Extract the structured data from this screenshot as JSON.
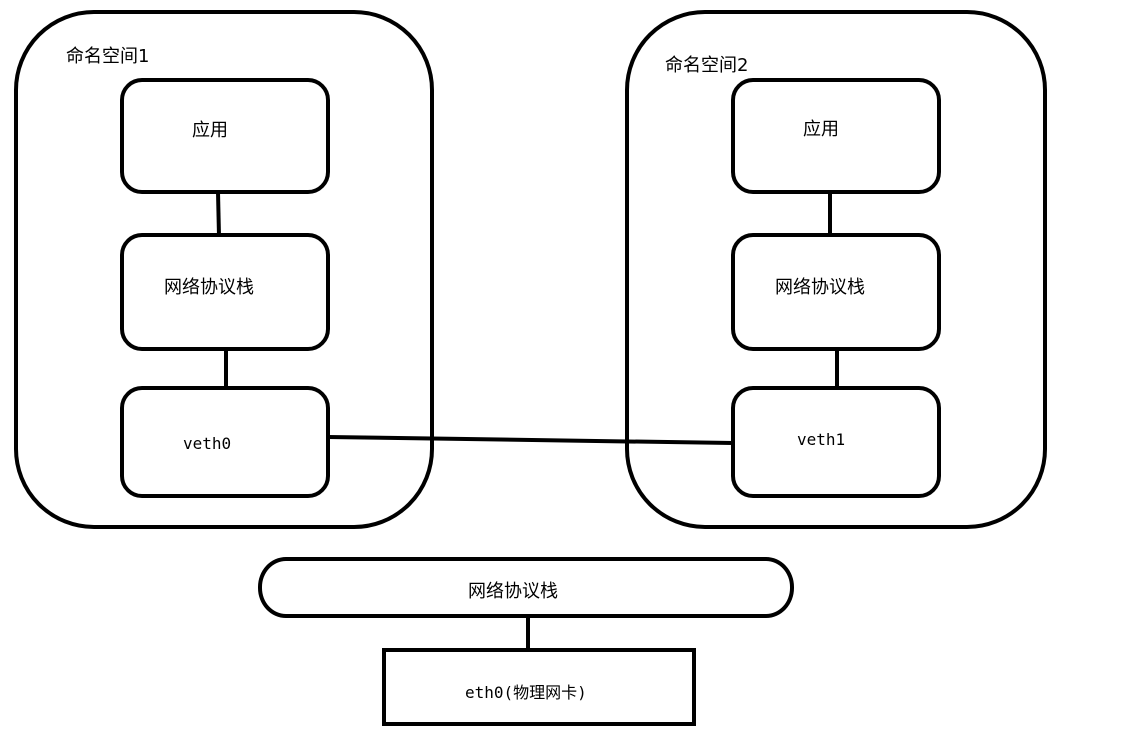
{
  "namespace1": {
    "title": "命名空间1",
    "app": "应用",
    "stack": "网络协议栈",
    "veth": "veth0"
  },
  "namespace2": {
    "title": "命名空间2",
    "app": "应用",
    "stack": "网络协议栈",
    "veth": "veth1"
  },
  "host": {
    "stack": "网络协议栈",
    "nic": "eth0(物理网卡)"
  },
  "colors": {
    "stroke": "#000000",
    "background": "#ffffff"
  }
}
